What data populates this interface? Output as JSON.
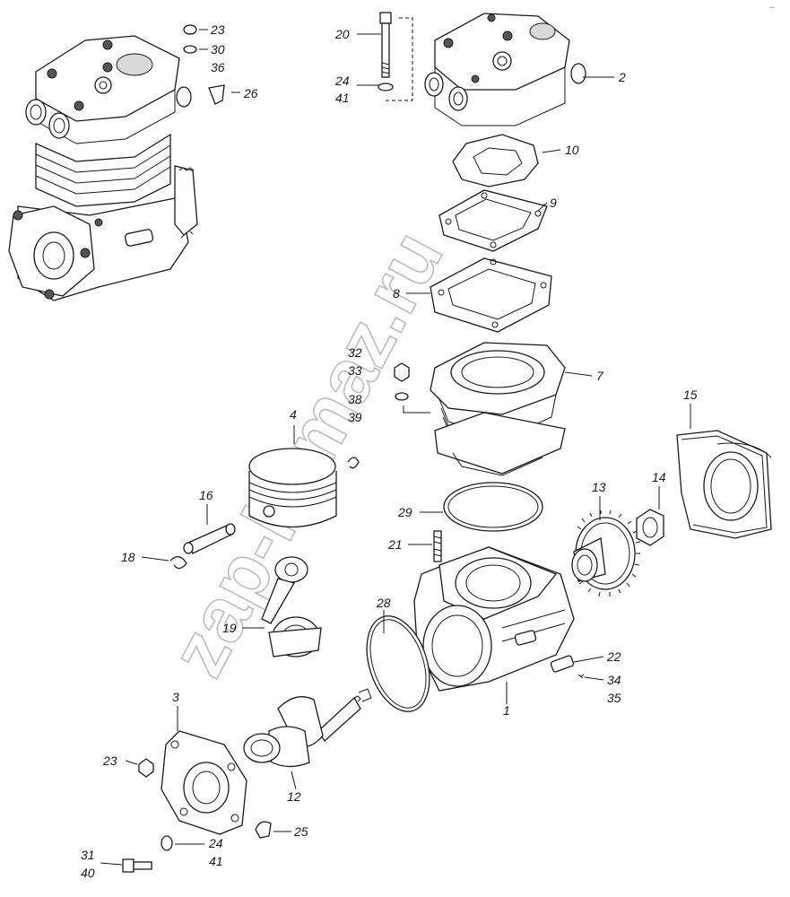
{
  "watermark": "zap-kamaz.ru",
  "corner_mark": "—",
  "labels": {
    "p1": "1",
    "p2": "2",
    "p3": "3",
    "p4": "4",
    "p7": "7",
    "p8": "8",
    "p9": "9",
    "p10": "10",
    "p12": "12",
    "p13": "13",
    "p14": "14",
    "p15": "15",
    "p16": "16",
    "p18": "18",
    "p19": "19",
    "p20": "20",
    "p21": "21",
    "p22": "22",
    "p23a": "23",
    "p23b": "23",
    "p24a": "24",
    "p24b": "24",
    "p25": "25",
    "p26": "26",
    "p28": "28",
    "p29": "29",
    "p30": "30",
    "p31": "31",
    "p32": "32",
    "p33": "33",
    "p34": "34",
    "p35": "35",
    "p36": "36",
    "p38": "38",
    "p39": "39",
    "p40": "40",
    "p41a": "41",
    "p41b": "41"
  }
}
